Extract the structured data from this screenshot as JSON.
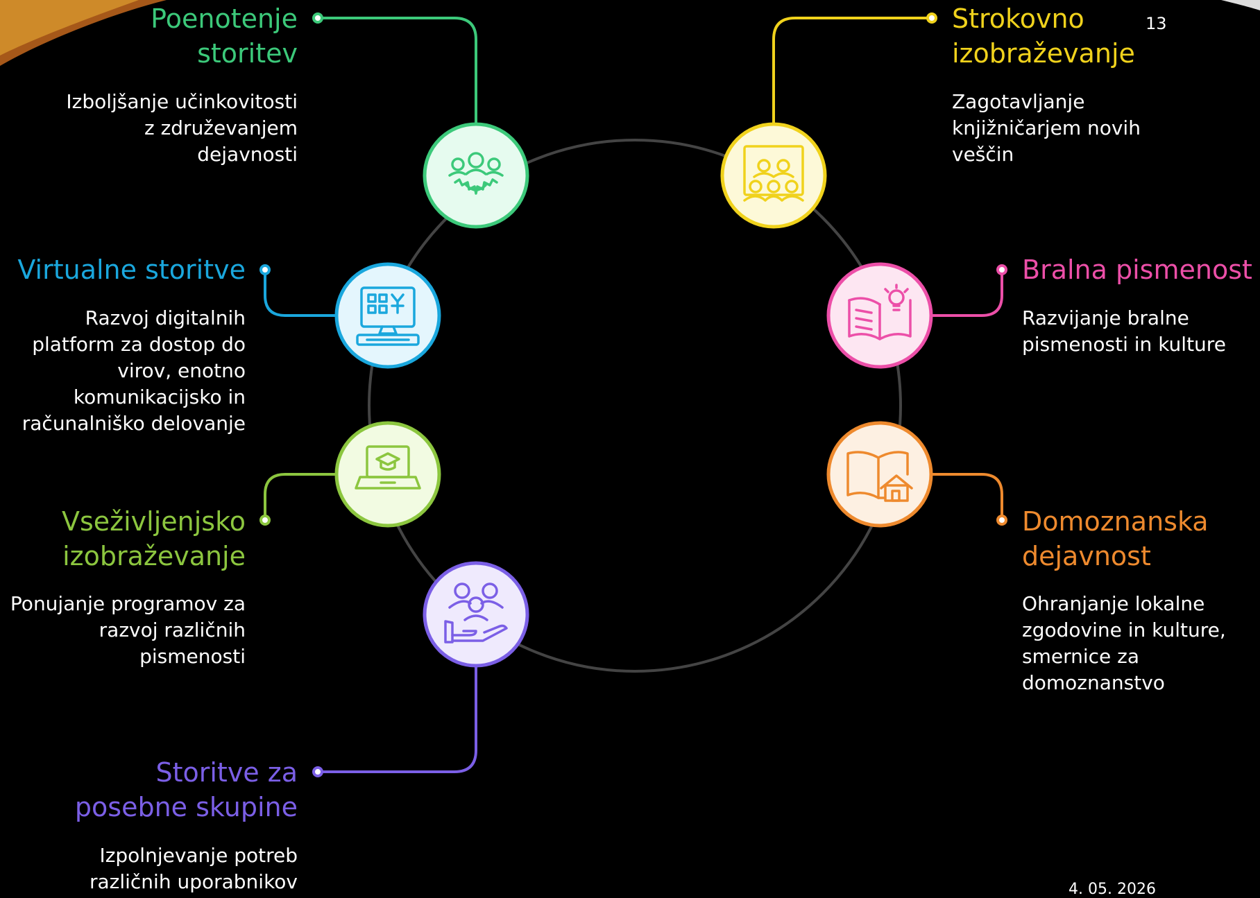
{
  "slide": {
    "page_number": "13",
    "date": "4. 05. 2026"
  },
  "nodes": [
    {
      "id": "poenotenje",
      "title": "Poenotenje\nstoritev",
      "description": "Izboljšanje učinkovitosti\nz združevanjem\ndejavnosti",
      "color": "#3cc97a",
      "fill": "#e6fbef",
      "icon": "team-gear-icon"
    },
    {
      "id": "virtualne",
      "title": "Virtualne storitve",
      "description": "Razvoj digitalnih\nplatform za dostop do\nvirov, enotno\nkomunikacijsko in\nračunalniško delovanje",
      "color": "#1aa7dd",
      "fill": "#e4f6fd",
      "icon": "computer-icon"
    },
    {
      "id": "vsezivljenjsko",
      "title": "Vseživljenjsko\nizobraževanje",
      "description": "Ponujanje programov za\nrazvoj različnih\npismenosti",
      "color": "#8cc63f",
      "fill": "#f2fbe2",
      "icon": "laptop-graduation-icon"
    },
    {
      "id": "posebne",
      "title": "Storitve za\nposebne skupine",
      "description": "Izpolnjevanje potreb\nrazličnih uporabnikov",
      "color": "#7b5fe6",
      "fill": "#efeafd",
      "icon": "people-hand-icon"
    },
    {
      "id": "strokovno",
      "title": "Strokovno\nizobraževanje",
      "description": "Zagotavljanje\nknjižničarjem novih\nveščin",
      "color": "#f0d21c",
      "fill": "#fdf9d8",
      "icon": "classroom-icon"
    },
    {
      "id": "bralna",
      "title": "Bralna pismenost",
      "description": "Razvijanje bralne\npismenosti in kulture",
      "color": "#ec4fa8",
      "fill": "#fde6f2",
      "icon": "book-lightbulb-icon"
    },
    {
      "id": "domoznanska",
      "title": "Domoznanska\ndejavnost",
      "description": "Ohranjanje lokalne\nzgodovine in kulture,\nsmernice za\ndomoznanstvo",
      "color": "#ee8a2e",
      "fill": "#fdf0e2",
      "icon": "book-house-icon"
    }
  ]
}
